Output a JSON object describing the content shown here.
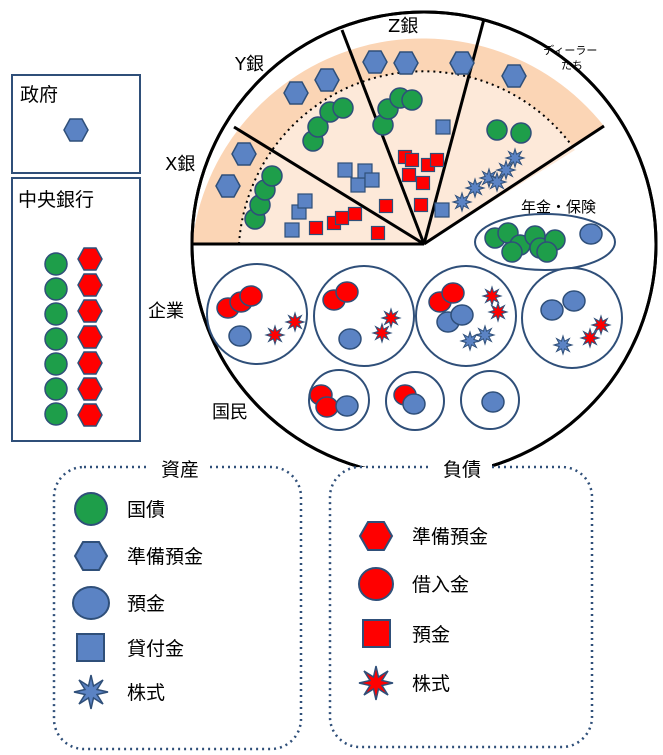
{
  "labels": {
    "government": "政府",
    "central_bank": "中央銀行",
    "bank_x": "X銀",
    "bank_y": "Y銀",
    "bank_z": "Z銀",
    "dealers_line1": "ディーラー",
    "dealers_line2": "たち",
    "pension": "年金・保険",
    "companies": "企業",
    "citizens": "国民"
  },
  "legend": {
    "assets": {
      "title": "資産",
      "items": [
        "国債",
        "準備預金",
        "預金",
        "貸付金",
        "株式"
      ]
    },
    "liabilities": {
      "title": "負債",
      "items": [
        "準備預金",
        "借入金",
        "預金",
        "株式"
      ]
    }
  },
  "colors": {
    "government_bond": "#1e9e4a",
    "reserve_asset": "#5b83c4",
    "deposit_asset": "#5b83c4",
    "loan_asset": "#5b83c4",
    "stock_asset": "#5b83c4",
    "reserve_liability": "#ff0000",
    "borrowing": "#ff0000",
    "deposit_liability": "#ff0000",
    "stock_liability": "#ff0000",
    "outline": "#2f4f79",
    "bank_ring": "#fbd5b5",
    "bank_inner": "#fde9d9"
  },
  "icons": {
    "government_bond": "green-circle-icon",
    "reserve": "hexagon-icon",
    "deposit_asset": "blue-circle-icon",
    "loan": "square-icon",
    "stock": "starburst-icon"
  }
}
